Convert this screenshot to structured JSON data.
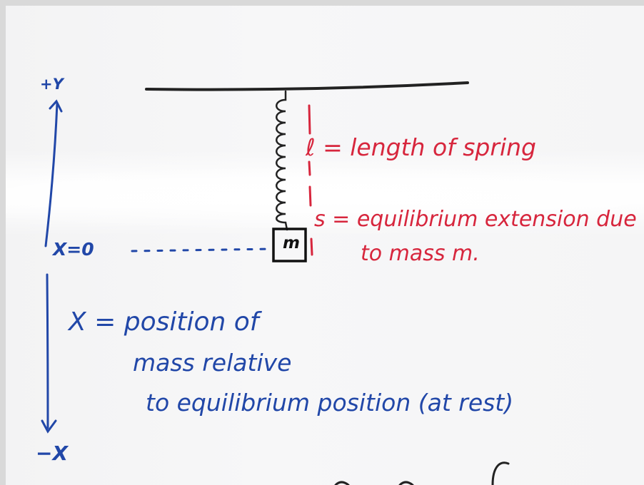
{
  "axis": {
    "top_label": "+Y",
    "bottom_label": "−X",
    "zero_label": "X=0"
  },
  "mass_label": "m",
  "annotations": {
    "spring_length": "ℓ = length of spring",
    "extension_line1": "s = equilibrium extension due",
    "extension_line2": "to mass  m.",
    "x_def_line1": "X = position of",
    "x_def_line2": "mass relative",
    "x_def_line3": "to equilibrium position  (at rest)"
  },
  "colors": {
    "blue_ink": "#2147a8",
    "red_ink": "#d7263d",
    "black_ink": "#111111",
    "board": "#f5f5f6"
  }
}
